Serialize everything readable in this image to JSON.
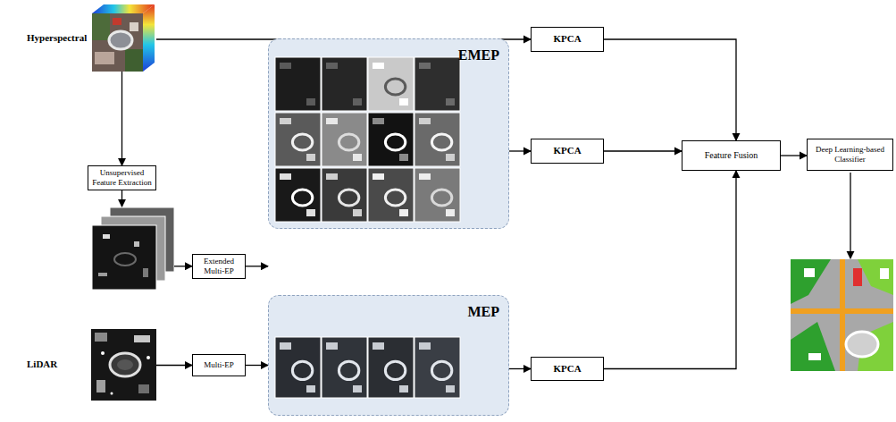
{
  "diagram": {
    "nodes": [
      {
        "text": [
          "Hyperspectral"
        ]
      },
      {
        "text": [
          "KPCA"
        ]
      },
      {
        "text": [
          "Unsupervised Feature Extraction"
        ]
      },
      {
        "text": [
          "EMEP"
        ]
      },
      {
        "text": [
          "KPCA"
        ]
      },
      {
        "text": [
          "Feature Fusion"
        ]
      },
      {
        "text": [
          "Deep Learning-based Classifier"
        ]
      },
      {
        "text": [
          "Extended Multi-EP"
        ]
      },
      {
        "text": [
          "LiDAR"
        ]
      },
      {
        "text": [
          "Multi-EP"
        ]
      },
      {
        "text": [
          "MEP"
        ]
      },
      {
        "text": [
          "KPCA"
        ]
      }
    ],
    "edges": [
      {
        "from": 0,
        "to": 1,
        "arrow": "to"
      },
      {
        "from": 0,
        "to": 2,
        "arrow": "to"
      },
      {
        "from": 2,
        "to": 7,
        "arrow": "to"
      },
      {
        "from": 7,
        "to": 3,
        "arrow": "to"
      },
      {
        "from": 3,
        "to": 4,
        "arrow": "to"
      },
      {
        "from": 8,
        "to": 9,
        "arrow": "to"
      },
      {
        "from": 9,
        "to": 10,
        "arrow": "to"
      },
      {
        "from": 10,
        "to": 11,
        "arrow": "to"
      },
      {
        "from": 1,
        "to": 5,
        "arrow": "to"
      },
      {
        "from": 4,
        "to": 5,
        "arrow": "to"
      },
      {
        "from": 11,
        "to": 5,
        "arrow": "to"
      },
      {
        "from": 5,
        "to": 6,
        "arrow": "to"
      }
    ]
  }
}
